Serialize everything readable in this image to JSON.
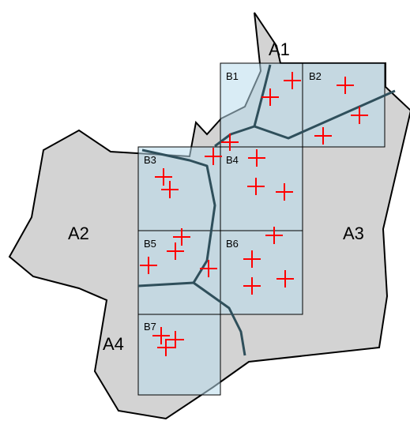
{
  "areas": {
    "a1": "A1",
    "a2": "A2",
    "a3": "A3",
    "a4": "A4"
  },
  "cells": {
    "b1": "B1",
    "b2": "B2",
    "b3": "B3",
    "b4": "B4",
    "b5": "B5",
    "b6": "B6",
    "b7": "B7"
  },
  "colors": {
    "area_fill": "#d3d3d3",
    "area_stroke": "#000000",
    "cell_fill": "#b9dcec",
    "cell_stroke": "#000000",
    "boundary": "#2f4f5b",
    "point": "#ff0000"
  }
}
